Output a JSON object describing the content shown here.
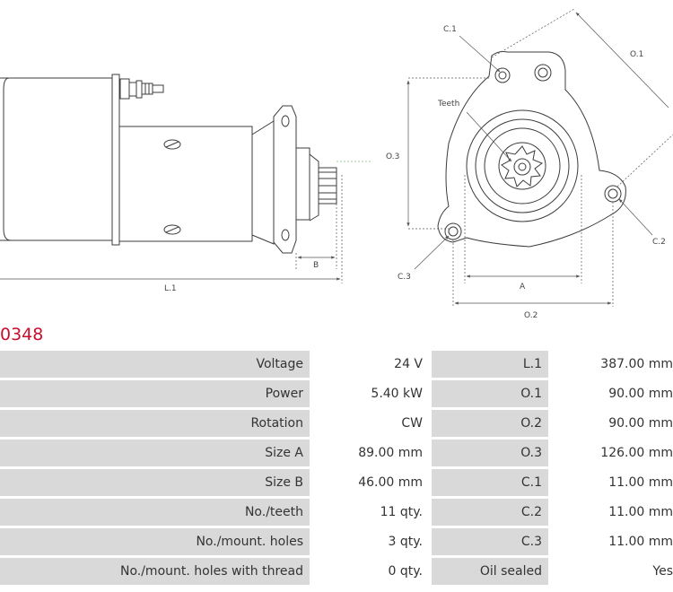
{
  "theme": {
    "label_bg": "#d9d9d9",
    "value_bg": "#ffffff",
    "accent": "#c8102e",
    "line": "#3c3c3c",
    "dim_line": "#555555"
  },
  "part_code": "0348",
  "drawing": {
    "side_view": {
      "dim_b": "B",
      "dim_l1": "L.1"
    },
    "front_view": {
      "label_c1": "C.1",
      "label_o1": "O.1",
      "label_teeth": "Teeth",
      "label_o3": "O.3",
      "label_c2": "C.2",
      "label_c3": "C.3",
      "label_a": "A",
      "label_o2": "O.2"
    }
  },
  "specs": {
    "rows": [
      {
        "label1": "Voltage",
        "value1": "24 V",
        "label2": "L.1",
        "value2": "387.00 mm"
      },
      {
        "label1": "Power",
        "value1": "5.40 kW",
        "label2": "O.1",
        "value2": "90.00 mm"
      },
      {
        "label1": "Rotation",
        "value1": "CW",
        "label2": "O.2",
        "value2": "90.00 mm"
      },
      {
        "label1": "Size A",
        "value1": "89.00 mm",
        "label2": "O.3",
        "value2": "126.00 mm"
      },
      {
        "label1": "Size B",
        "value1": "46.00 mm",
        "label2": "C.1",
        "value2": "11.00 mm"
      },
      {
        "label1": "No./teeth",
        "value1": "11 qty.",
        "label2": "C.2",
        "value2": "11.00 mm"
      },
      {
        "label1": "No./mount. holes",
        "value1": "3 qty.",
        "label2": "C.3",
        "value2": "11.00 mm"
      },
      {
        "label1": "No./mount. holes with thread",
        "value1": "0 qty.",
        "label2": "Oil sealed",
        "value2": "Yes"
      }
    ]
  }
}
